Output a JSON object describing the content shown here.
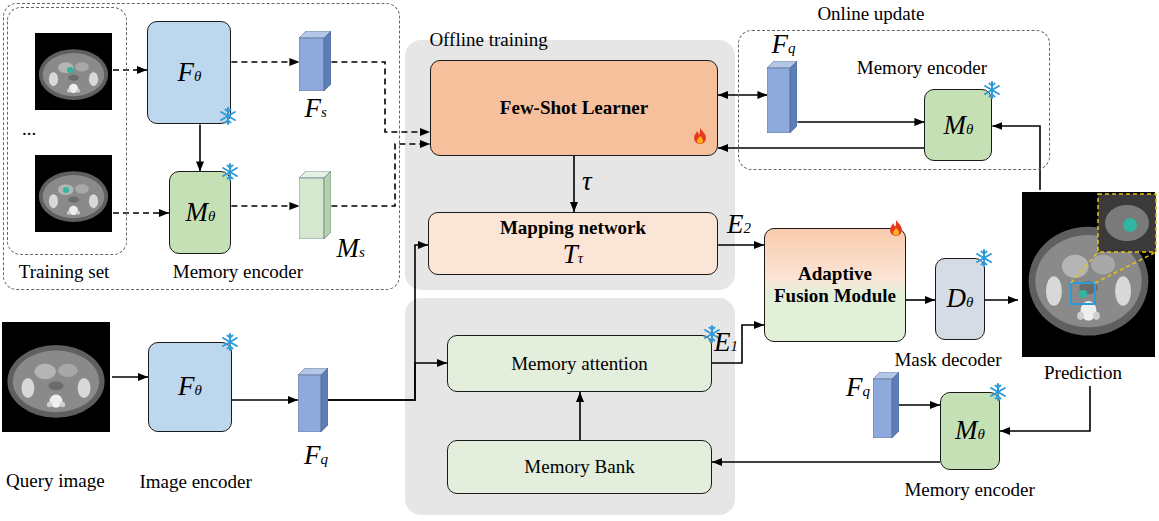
{
  "diagram": {
    "nodes": [
      {
        "text": [
          "Offline training"
        ]
      },
      {
        "text": [
          "Training set"
        ],
        "in": 0
      },
      {
        "text": [
          "Fθ"
        ],
        "in": 0
      },
      {
        "text": [
          "Mθ",
          "Memory encoder"
        ],
        "in": 0
      },
      {
        "text": [
          "Fs"
        ],
        "in": 0
      },
      {
        "text": [
          "Ms"
        ],
        "in": 0
      },
      {
        "text": [
          "Few-Shot Learner"
        ]
      },
      {
        "text": [
          "Mapping network",
          "Tτ"
        ]
      },
      {
        "text": [
          "Online update"
        ]
      },
      {
        "text": [
          "Fq"
        ],
        "in": 8
      },
      {
        "text": [
          "Memory encoder",
          "Mθ"
        ],
        "in": 8
      },
      {
        "text": [
          "Adaptive Fusion Module"
        ]
      },
      {
        "text": [
          "Dθ",
          "Mask decoder"
        ]
      },
      {
        "text": [
          "Prediction"
        ]
      },
      {
        "text": [
          "Query image"
        ]
      },
      {
        "text": [
          "Fθ",
          "Image encoder"
        ]
      },
      {
        "text": [
          "Fq"
        ]
      },
      {
        "text": [
          "Memory attention"
        ]
      },
      {
        "text": [
          "Memory Bank"
        ]
      },
      {
        "text": [
          "Fq"
        ]
      },
      {
        "text": [
          "Mθ",
          "Memory encoder"
        ]
      }
    ],
    "edges": [
      {
        "from": 2,
        "to": 4,
        "arrow": "to"
      },
      {
        "from": 4,
        "to": 6,
        "arrow": "to"
      },
      {
        "from": 5,
        "to": 6,
        "arrow": "to"
      },
      {
        "from": 2,
        "to": 3,
        "arrow": "to"
      },
      {
        "from": 3,
        "to": 5,
        "arrow": "to"
      },
      {
        "from": 6,
        "to": 9,
        "arrow": "both"
      },
      {
        "from": 9,
        "to": 10,
        "arrow": "to"
      },
      {
        "from": 10,
        "to": 6,
        "arrow": "to"
      },
      {
        "from": 13,
        "to": 10,
        "arrow": "to"
      },
      {
        "from": 6,
        "to": 7,
        "arrow": "to",
        "label": "τ"
      },
      {
        "from": 14,
        "to": 15,
        "arrow": "to"
      },
      {
        "from": 15,
        "to": 16,
        "arrow": "to"
      },
      {
        "from": 16,
        "to": 7,
        "arrow": "to"
      },
      {
        "from": 16,
        "to": 17,
        "arrow": "to"
      },
      {
        "from": 18,
        "to": 17,
        "arrow": "to"
      },
      {
        "from": 7,
        "to": 11,
        "arrow": "to",
        "label": "E2"
      },
      {
        "from": 17,
        "to": 11,
        "arrow": "to",
        "label": "E1"
      },
      {
        "from": 11,
        "to": 12,
        "arrow": "to"
      },
      {
        "from": 12,
        "to": 13,
        "arrow": "to"
      },
      {
        "from": 13,
        "to": 20,
        "arrow": "to"
      },
      {
        "from": 19,
        "to": 20,
        "arrow": "to"
      },
      {
        "from": 20,
        "to": 18,
        "arrow": "to"
      }
    ],
    "labels": [
      "..."
    ]
  }
}
